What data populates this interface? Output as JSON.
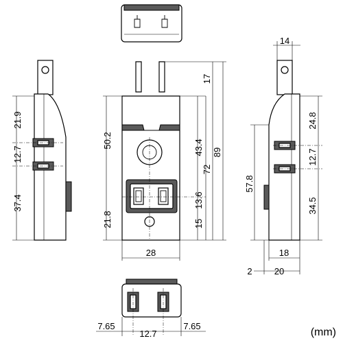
{
  "unit": "(mm)",
  "dims": {
    "top_height": "17",
    "total_height": "89",
    "body_height": "72",
    "top_width": "14",
    "left_upper": "21.9",
    "left_gap": "12.7",
    "left_lower": "37.4",
    "front_upper": "50.2",
    "front_outlet_top": "43.4",
    "front_outlet_center": "13.6",
    "front_bottom": "15",
    "front_lower": "21.8",
    "front_width": "28",
    "right_upper": "24.8",
    "right_gap": "12.7",
    "right_lower": "34.5",
    "right_mid": "57.8",
    "right_width_18": "18",
    "right_width_20": "20",
    "right_offset_2": "2",
    "bottom_left": "7.65",
    "bottom_gap": "12.7",
    "bottom_right": "7.65"
  }
}
